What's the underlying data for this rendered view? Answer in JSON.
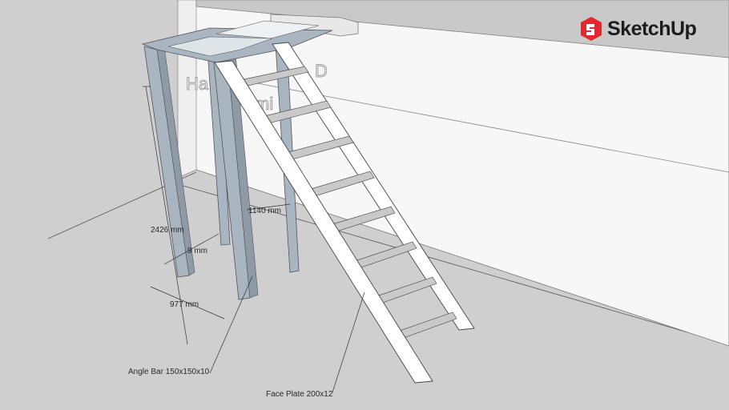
{
  "brand": {
    "name": "SketchUp",
    "color": "#e0282e"
  },
  "wall_text": {
    "line1": "Ha",
    "line2": "mi",
    "line3": "D"
  },
  "dimensions": {
    "height": "2426 mm",
    "width_small": "9 mm",
    "width_base": "977 mm",
    "depth": "1140 mm"
  },
  "labels": {
    "angle_bar": "Angle Bar 150x150x10",
    "face_plate": "Face Plate 200x12"
  },
  "colors": {
    "ground": "#cfcfcf",
    "wall": "#f7f7f7",
    "steel": "#a9b6c2",
    "plate": "#ffffff",
    "tread": "#c9c9c9"
  }
}
